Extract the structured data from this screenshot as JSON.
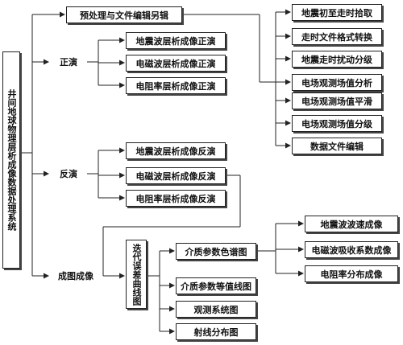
{
  "root": "井间地球物理层析成像数据处理系统",
  "branches": {
    "preprocess": "预处理与文件编辑另辑",
    "forward": "正演",
    "inverse": "反演",
    "imaging": "成图成像"
  },
  "preprocess_items": [
    "地震初至走时拾取",
    "走时文件格式转换",
    "地震走时扰动分级",
    "电场观测场值分析",
    "电场观测场值平滑",
    "电场观测场值分级",
    "数据文件编辑"
  ],
  "forward_items": [
    "地震波层析成像正演",
    "电磁波层析成像正演",
    "电阻率层析成像正演"
  ],
  "inverse_items": [
    "地震波层析成像反演",
    "电磁波层析成像反演",
    "电阻率层析成像反演"
  ],
  "iteration": "迭代误差曲线图",
  "imaging_items": [
    "介质参数色谱图",
    "介质参数等值线图",
    "观测系统图",
    "射线分布图"
  ],
  "colormap_items": [
    "地震波波速成像",
    "电磁波吸收系数成像",
    "电阻率分布成像"
  ]
}
